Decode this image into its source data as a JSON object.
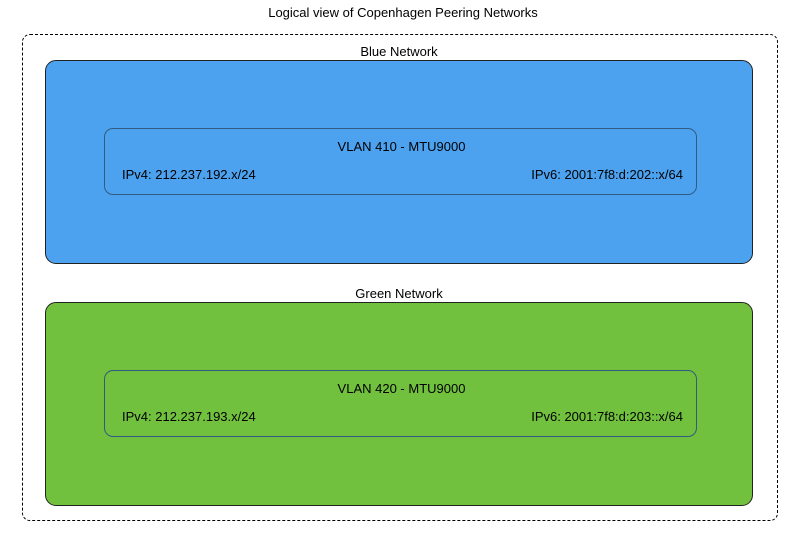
{
  "diagram": {
    "title": "Logical view of Copenhagen Peering Networks",
    "colors": {
      "blue_fill": "#4da2f0",
      "green_fill": "#71c13f",
      "inner_border": "#2f5c80",
      "outer_border": "#000000",
      "text": "#000000",
      "background": "#ffffff"
    },
    "networks": [
      {
        "label": "Blue Network",
        "fill": "#4da2f0",
        "vlan": {
          "title": "VLAN 410 - MTU9000",
          "ipv4": "IPv4: 212.237.192.x/24",
          "ipv6": "IPv6: 2001:7f8:d:202::x/64"
        }
      },
      {
        "label": "Green Network",
        "fill": "#71c13f",
        "vlan": {
          "title": "VLAN 420 - MTU9000",
          "ipv4": "IPv4: 212.237.193.x/24",
          "ipv6": "IPv6: 2001:7f8:d:203::x/64"
        }
      }
    ]
  }
}
